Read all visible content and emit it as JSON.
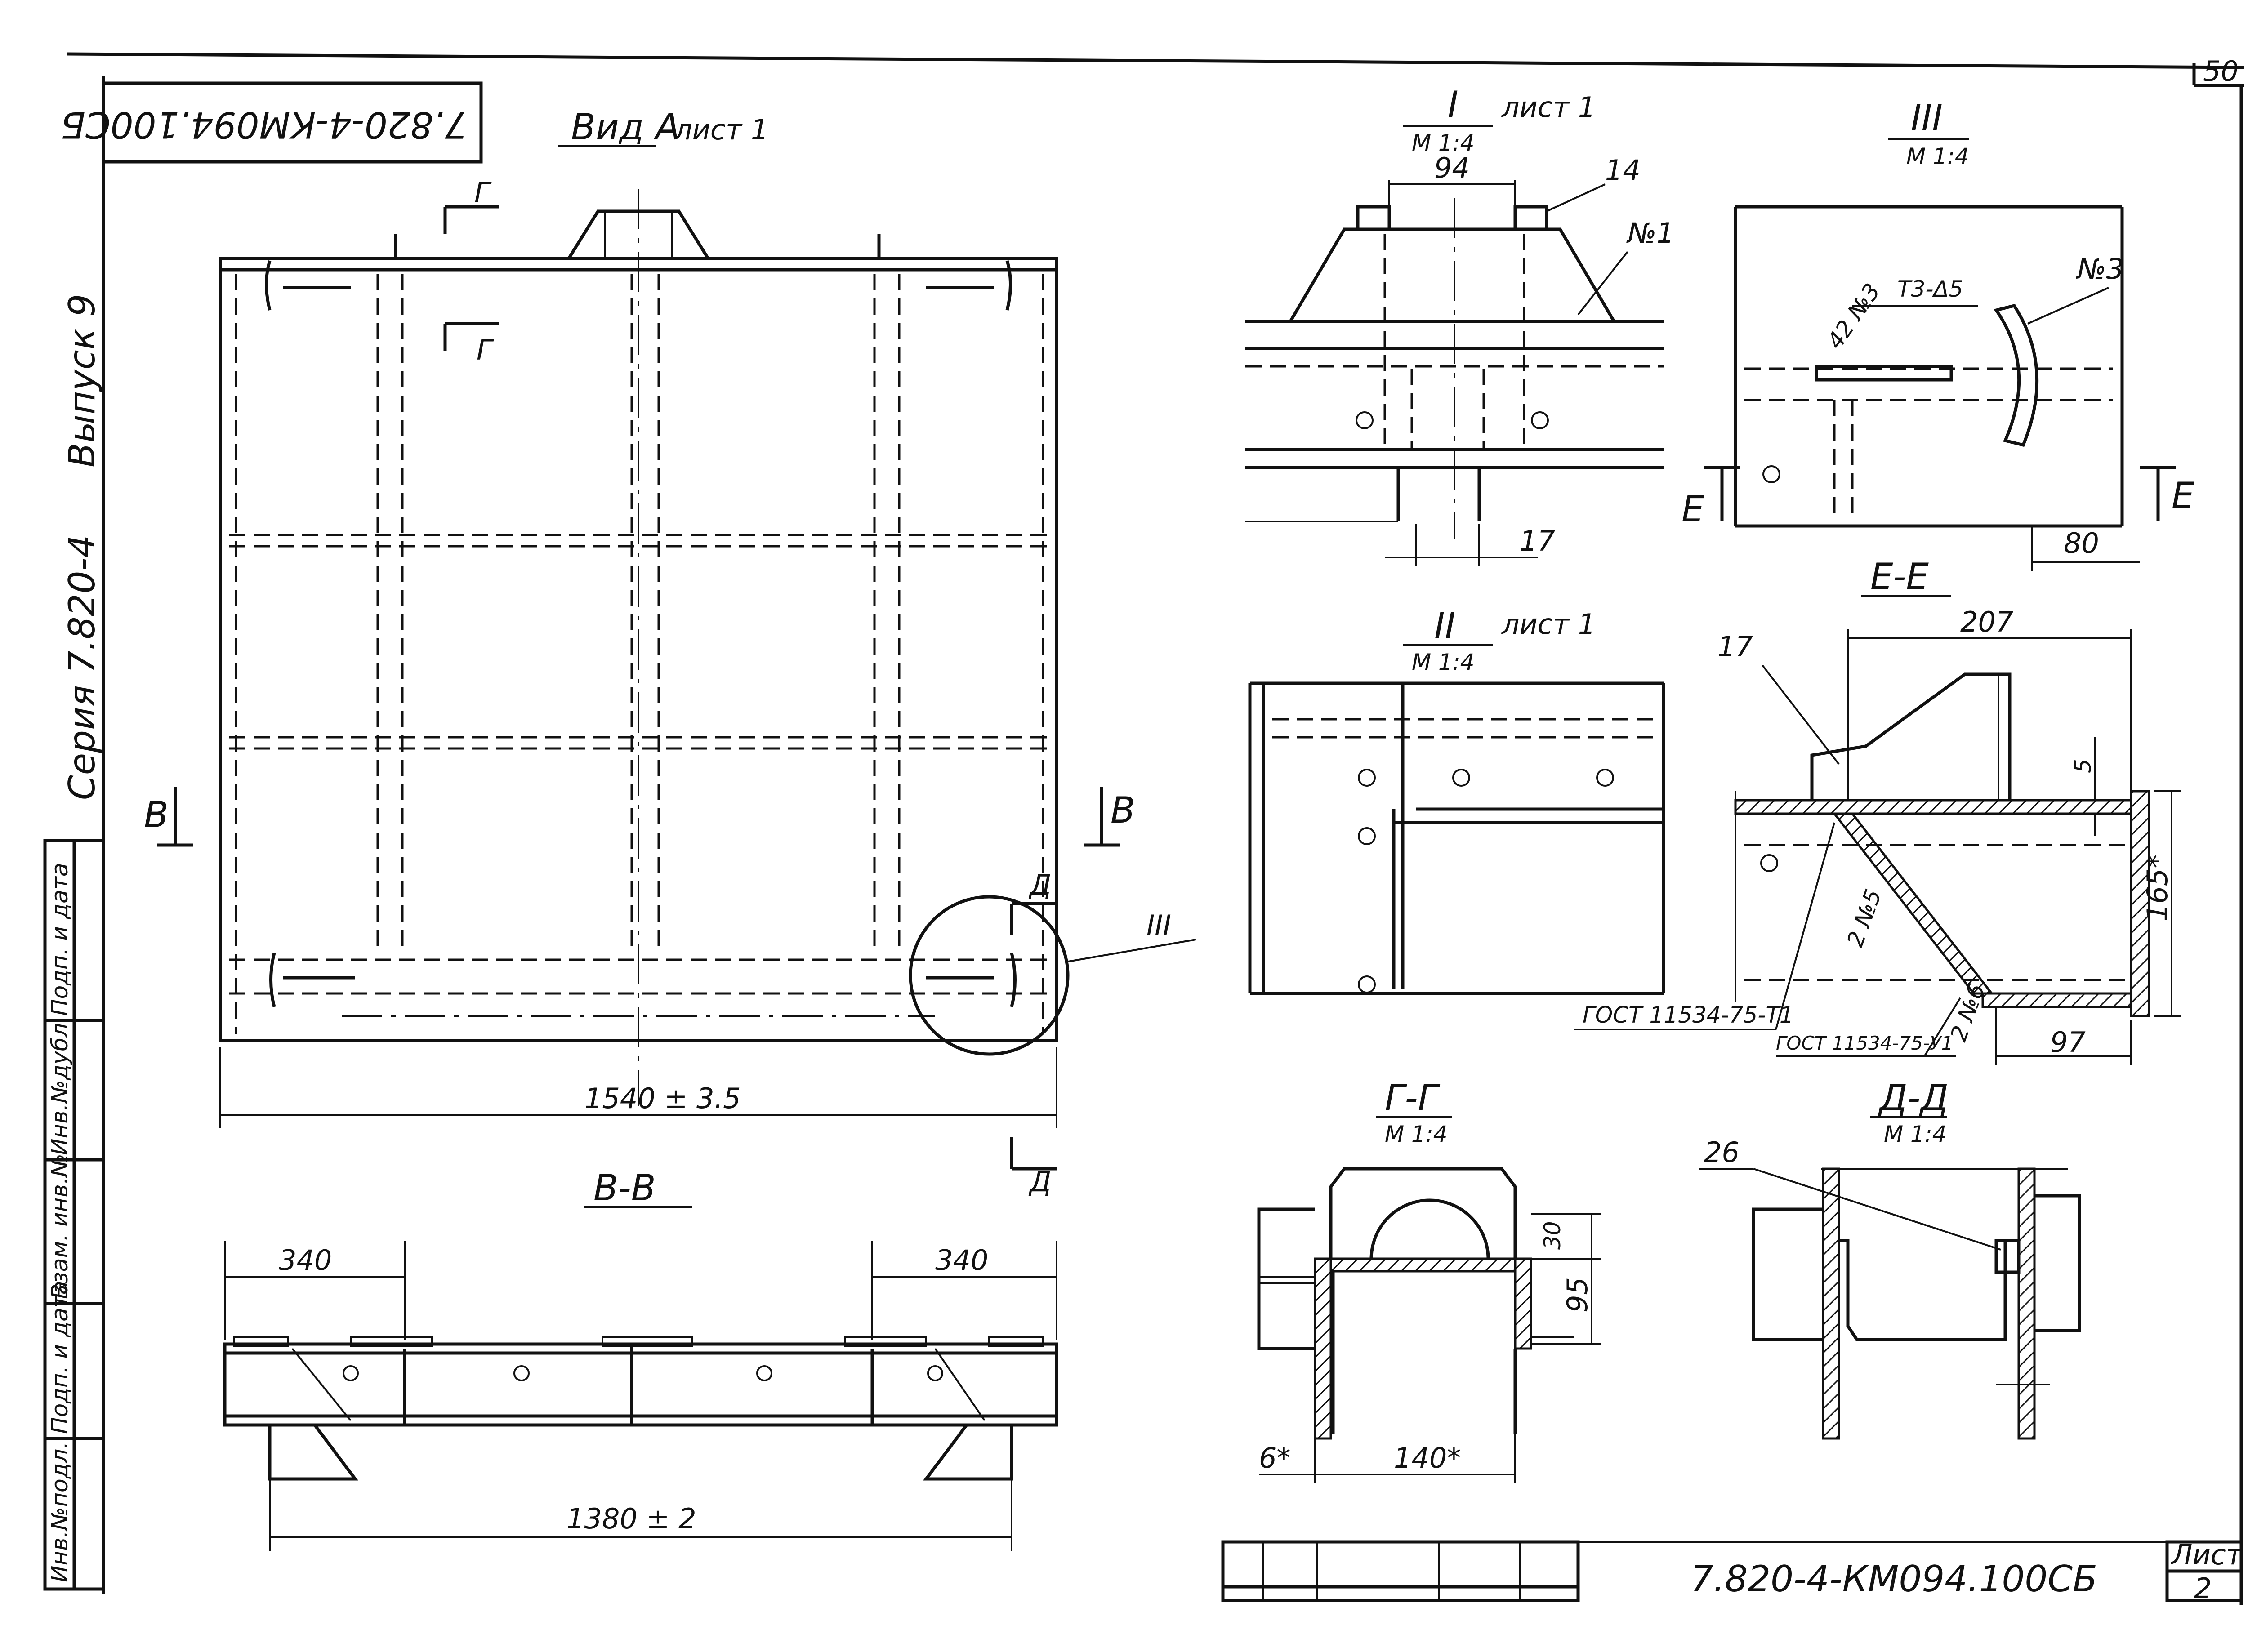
{
  "sheet": {
    "sheet_number": "50",
    "doc_code_rotated": "7.820-4-КМ094.100СБ",
    "series": "Серия 7.820-4",
    "issue": "Выпуск 9",
    "side_stamp": [
      "Инв.№подл.",
      "Подп. и дата",
      "Взам. инв.№",
      "Инв.№дубл.",
      "Подп. и дата"
    ]
  },
  "view_main": {
    "title": "Вид А",
    "subtitle": "лист 1",
    "width_dim": "1540 ± 3.5",
    "section_v": "В",
    "section_g": "Г",
    "section_d": "Д",
    "callout_3": "III"
  },
  "section_vv": {
    "title": "В-В",
    "dim_left": "340",
    "dim_right": "340",
    "dim_bottom": "1380 ± 2"
  },
  "detail_1": {
    "title": "I",
    "sheet": "лист 1",
    "scale": "М 1:4",
    "dim_94": "94",
    "label_14": "14",
    "label_n1": "№1",
    "dim_17": "17"
  },
  "detail_2": {
    "title": "II",
    "sheet": "лист 1",
    "scale": "М 1:4"
  },
  "detail_3": {
    "title": "III",
    "scale": "М 1:4",
    "weld_left": "42 №3",
    "weld_mid": "Т3-Δ5",
    "label_n3": "№3",
    "dim_80": "80",
    "section_e": "Е"
  },
  "section_ee": {
    "title": "Е-Е",
    "dim_207": "207",
    "label_17": "17",
    "dim_5": "5",
    "dim_165": "165*",
    "weld_left": "2 №5",
    "weld_right": "2 №6",
    "gost_1": "ГОСТ 11534-75-Т1",
    "gost_2": "ГОСТ 11534-75-У1",
    "dim_97": "97"
  },
  "section_gg": {
    "title": "Г-Г",
    "scale": "М 1:4",
    "dim_30": "30",
    "dim_95": "95",
    "dim_6": "6*",
    "dim_140": "140*"
  },
  "section_dd": {
    "title": "Д-Д",
    "scale": "М 1:4",
    "label_26": "26"
  },
  "title_block": {
    "designation": "7.820-4-КМ094.100СБ",
    "sheet_label": "Лист",
    "sheet_value": "2"
  }
}
